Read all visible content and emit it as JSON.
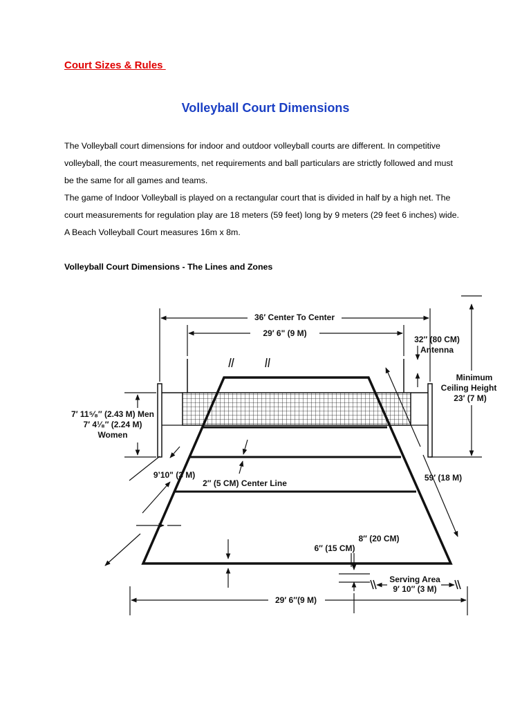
{
  "section_heading": "Court Sizes & Rules ",
  "title": "Volleyball Court Dimensions",
  "paragraph_1": {
    "line_1": "The Volleyball court dimensions for indoor and outdoor volleyball courts are different. In competitive",
    "line_2": "volleyball, the court measurements, net requirements and ball particulars are strictly followed and must",
    "line_3": "be the same for all games and teams."
  },
  "paragraph_2": {
    "line_1": "The game of Indoor Volleyball is played on a rectangular court that is divided in half by a high net. The",
    "line_2": "court measurements for regulation play are 18 meters (59 feet) long by 9 meters (29 feet 6 inches) wide.",
    "line_3": "A Beach Volleyball Court measures 16m x 8m."
  },
  "subheading": "Volleyball Court Dimensions - The Lines and Zones",
  "diagram": {
    "center_to_center": "36′ Center To Center",
    "net_width": "29′ 6\" (9 M)",
    "antenna_size": "32″ (80 CM)",
    "antenna_label": "Antenna",
    "ceiling_line_1": "Minimum",
    "ceiling_line_2": "Ceiling Height",
    "ceiling_line_3": "23′ (7 M)",
    "net_height_men": "7′ 11⁵⁄₈″ (2.43 M) Men",
    "net_height_women": "7′ 4¹⁄₈″ (2.24 M)",
    "women_label": "Women",
    "attack_zone": "9’10\" (3 M)",
    "center_line": "2″ (5 CM) Center Line",
    "court_length": "59′ (18 M)",
    "back_line": "6″ (15 CM)",
    "service_mark": "8″ (20 CM)",
    "serving_area_line_1": "Serving Area",
    "serving_area_line_2": "9′ 10″ (3 M)",
    "court_width": "29′ 6″(9 M)"
  }
}
